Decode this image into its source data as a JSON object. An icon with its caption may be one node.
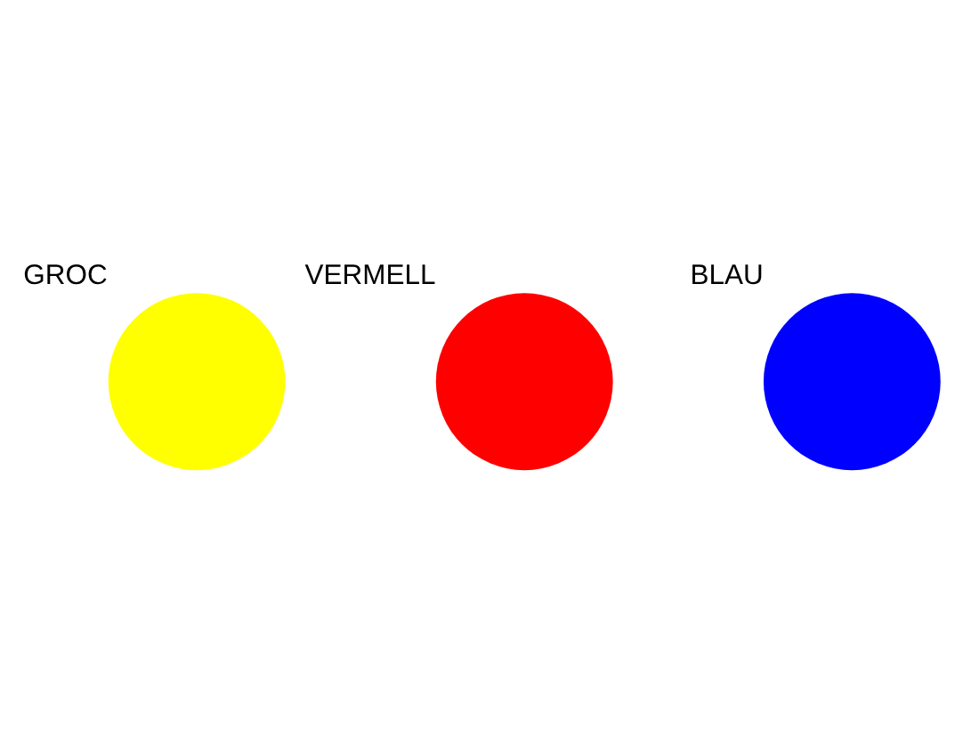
{
  "diagram": {
    "nodes": [
      {
        "text": [
          "GROC"
        ]
      },
      {
        "text": [
          "VERMELL"
        ]
      },
      {
        "text": [
          "BLAU"
        ]
      }
    ]
  }
}
